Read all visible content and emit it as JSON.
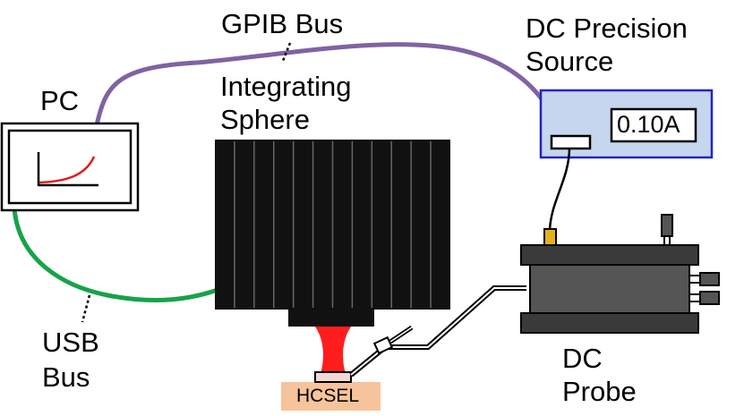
{
  "labels": {
    "gpib_bus": "GPIB Bus",
    "dc_source_line1": "DC Precision",
    "dc_source_line2": "Source",
    "pc": "PC",
    "sphere_line1": "Integrating",
    "sphere_line2": "Sphere",
    "usb_line1": "USB",
    "usb_line2": "Bus",
    "dc_probe_line1": "DC",
    "dc_probe_line2": "Probe",
    "hcsel": "HCSEL"
  },
  "source_display": "0.10A",
  "colors": {
    "gpib_cable": "#7f63a3",
    "usb_cable": "#16a34a",
    "source_fill": "#c5d6ee",
    "source_border": "#2323c8",
    "sphere_fill": "#111111",
    "beam": "#ff1e1e",
    "hcsel_fill": "#f7c39a",
    "probe_body": "#555555",
    "probe_plate": "#3a3a3a",
    "probe_tip": "#e3b21b",
    "pc_curve": "#e01b1b"
  }
}
